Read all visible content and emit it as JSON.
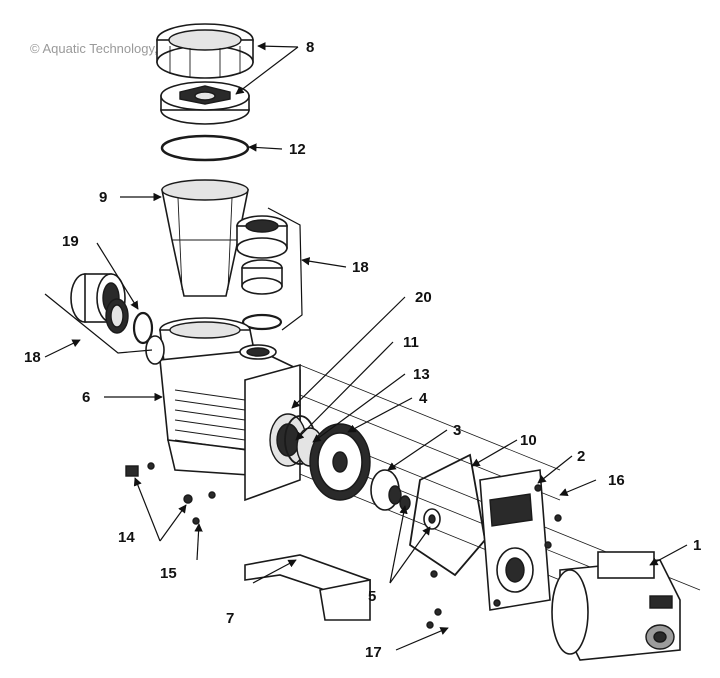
{
  "copyright": "© Aquatic Technology, Inc.",
  "callouts": {
    "c1": "1",
    "c2": "2",
    "c3": "3",
    "c4": "4",
    "c5": "5",
    "c6": "6",
    "c7": "7",
    "c8": "8",
    "c9": "9",
    "c10": "10",
    "c11": "11",
    "c12": "12",
    "c13": "13",
    "c14": "14",
    "c15": "15",
    "c16": "16",
    "c17": "17",
    "c18a": "18",
    "c18b": "18",
    "c19": "19",
    "c20": "20"
  }
}
